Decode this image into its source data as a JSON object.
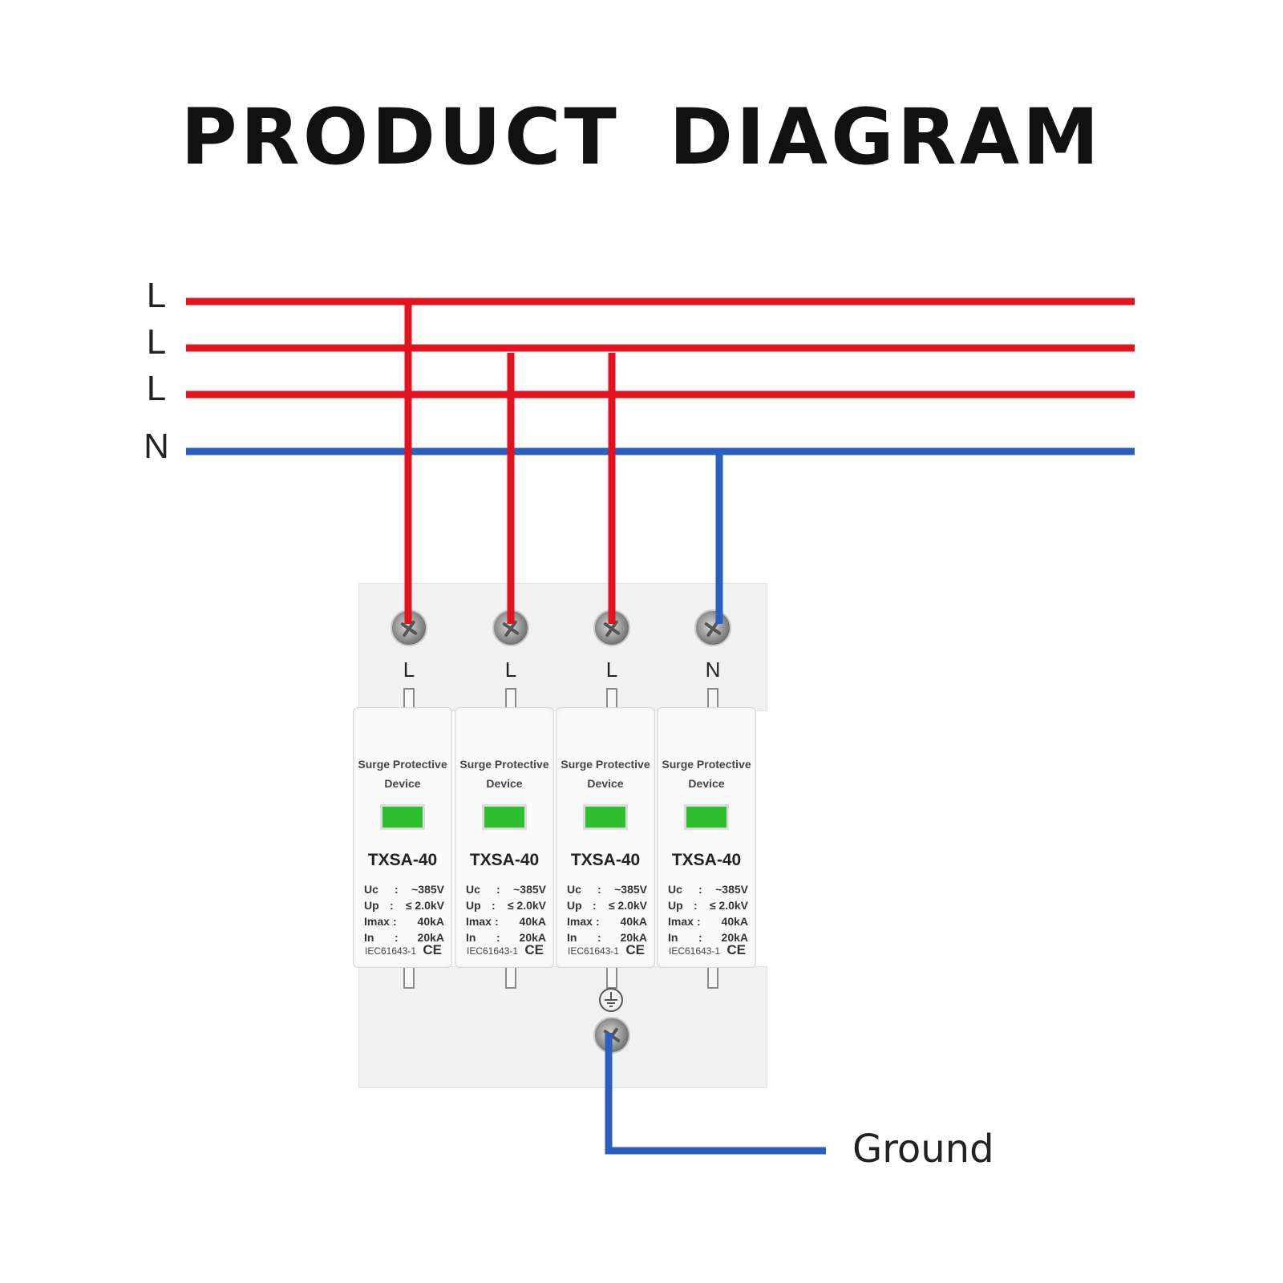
{
  "title": "PRODUCT  DIAGRAM",
  "bus_labels": [
    "L",
    "L",
    "L",
    "N"
  ],
  "terminal_labels": [
    "L",
    "L",
    "L",
    "N"
  ],
  "modules": [
    {
      "name_line1": "Surge Protective",
      "name_line2": "Device",
      "model": "TXSA-40",
      "specs": [
        {
          "key": "Uc",
          "sep": ":",
          "value": "~385V"
        },
        {
          "key": "Up",
          "sep": ":",
          "value": "≤ 2.0kV"
        },
        {
          "key": "Imax",
          "sep": ":",
          "value": "40kA"
        },
        {
          "key": "In",
          "sep": ":",
          "value": "20kA"
        }
      ],
      "standard": "IEC61643-1",
      "mark": "CE"
    },
    {
      "name_line1": "Surge Protective",
      "name_line2": "Device",
      "model": "TXSA-40",
      "specs": [
        {
          "key": "Uc",
          "sep": ":",
          "value": "~385V"
        },
        {
          "key": "Up",
          "sep": ":",
          "value": "≤ 2.0kV"
        },
        {
          "key": "Imax",
          "sep": ":",
          "value": "40kA"
        },
        {
          "key": "In",
          "sep": ":",
          "value": "20kA"
        }
      ],
      "standard": "IEC61643-1",
      "mark": "CE"
    },
    {
      "name_line1": "Surge Protective",
      "name_line2": "Device",
      "model": "TXSA-40",
      "specs": [
        {
          "key": "Uc",
          "sep": ":",
          "value": "~385V"
        },
        {
          "key": "Up",
          "sep": ":",
          "value": "≤ 2.0kV"
        },
        {
          "key": "Imax",
          "sep": ":",
          "value": "40kA"
        },
        {
          "key": "In",
          "sep": ":",
          "value": "20kA"
        }
      ],
      "standard": "IEC61643-1",
      "mark": "CE"
    },
    {
      "name_line1": "Surge Protective",
      "name_line2": "Device",
      "model": "TXSA-40",
      "specs": [
        {
          "key": "Uc",
          "sep": ":",
          "value": "~385V"
        },
        {
          "key": "Up",
          "sep": ":",
          "value": "≤ 2.0kV"
        },
        {
          "key": "Imax",
          "sep": ":",
          "value": "40kA"
        },
        {
          "key": "In",
          "sep": ":",
          "value": "20kA"
        }
      ],
      "standard": "IEC61643-1",
      "mark": "CE"
    }
  ],
  "ground_label": "Ground",
  "colors": {
    "line_wire": "#e3121f",
    "neutral_wire": "#2a5fbf",
    "indicator": "#2dbf2d"
  },
  "icons": [
    "screw-terminal-icon",
    "ground-symbol-icon"
  ]
}
